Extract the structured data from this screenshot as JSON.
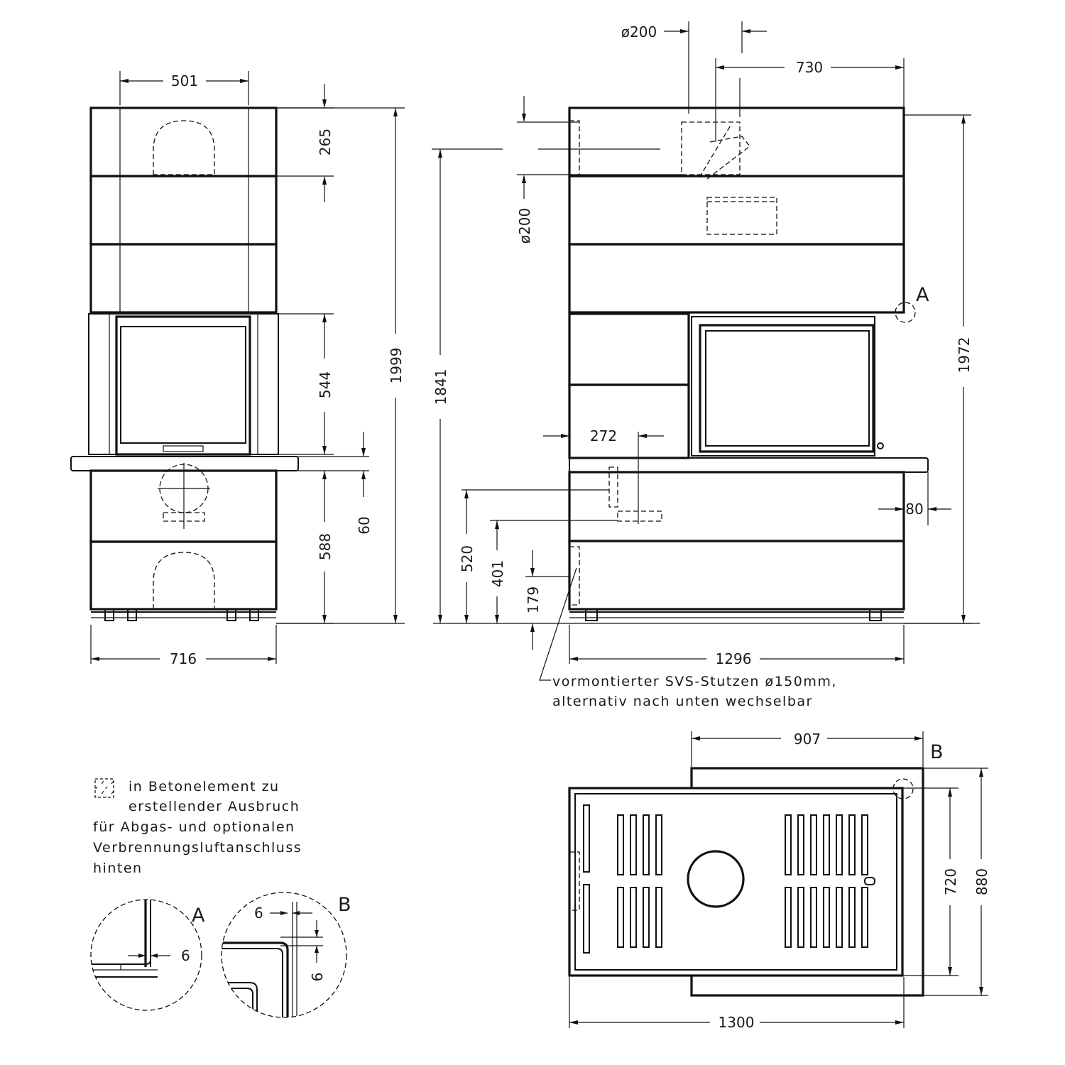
{
  "front_view": {
    "dims": {
      "top_width": "501",
      "top_height": "265",
      "total_height": "1999",
      "window_height": "544",
      "shelf": "60",
      "base_height": "588",
      "width": "716"
    }
  },
  "side_view": {
    "dims": {
      "flue_diameter_top": "ø200",
      "flue_offset": "730",
      "flue_diameter_side": "ø200",
      "flue_height": "1841",
      "door_depth": "272",
      "air_inlet": "520",
      "inlet_2": "401",
      "inlet_3": "179",
      "overhang": "80",
      "total_height": "1972",
      "width": "1296"
    },
    "detail_marker": "A",
    "note": [
      "vormontierter SVS-Stutzen ø150mm,",
      "alternativ nach unten wechselbar"
    ]
  },
  "top_view": {
    "dims": {
      "top_width": "907",
      "inner_depth": "720",
      "depth": "880",
      "width": "1300"
    },
    "detail_marker": "B"
  },
  "legend": {
    "lines": [
      "in Betonelement zu",
      "erstellender Ausbruch",
      "für Abgas- und optionalen",
      "Verbrennungsluftanschluss",
      "hinten"
    ]
  },
  "detail_a": {
    "label": "A",
    "dim": "6"
  },
  "detail_b": {
    "label": "B",
    "dim_h": "6",
    "dim_v": "6"
  }
}
